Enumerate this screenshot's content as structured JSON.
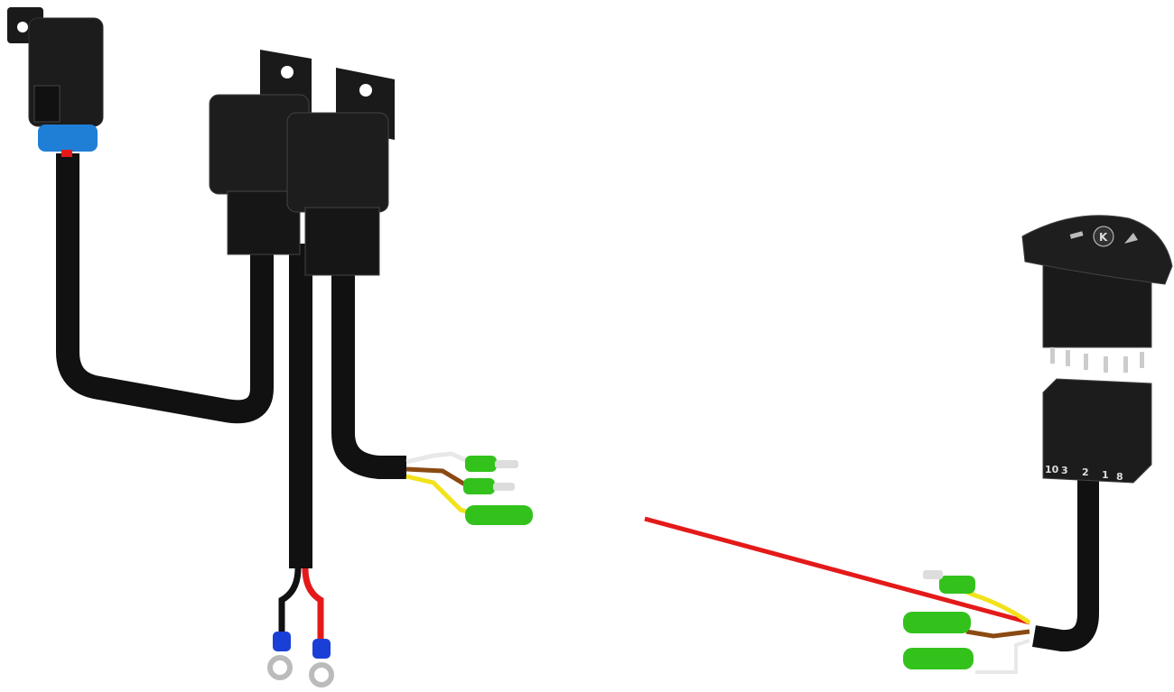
{
  "switch": {
    "logo_text": "K",
    "connector_pin_labels": [
      "10",
      "3",
      "2",
      "1",
      "8"
    ]
  },
  "colors": {
    "cable": "#111111",
    "housing": "#1c1c1c",
    "blue_seal": "#1f7fd6",
    "red_wire": "#e41a1a",
    "yellow_wire": "#f2e21c",
    "brown_wire": "#8a4a12",
    "white_wire": "#e8e8e8",
    "green_terminal": "#33c21c",
    "ring_terminal": "#c8c8c8",
    "insulator_blue": "#1a3fd6",
    "insulator_red": "#d61a1a"
  }
}
